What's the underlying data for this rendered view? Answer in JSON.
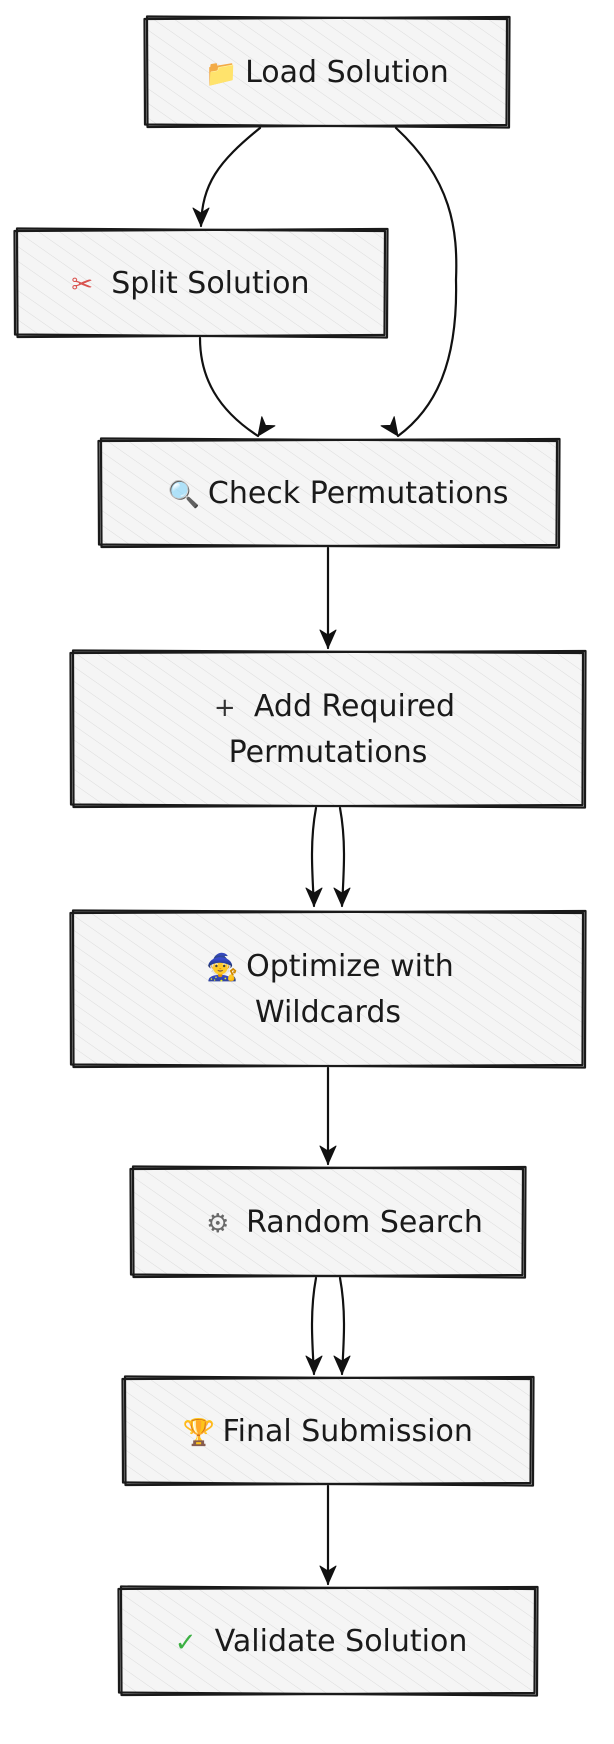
{
  "flowchart": {
    "nodes": [
      {
        "id": "load",
        "label_lines": [
          "Load Solution"
        ],
        "icon": "folder-icon",
        "icon_glyph": "📁",
        "icon_color": "#6e6e6e"
      },
      {
        "id": "split",
        "label_lines": [
          "Split Solution"
        ],
        "icon": "scissors-icon",
        "icon_glyph": "✂",
        "icon_color": "#d9534f"
      },
      {
        "id": "check",
        "label_lines": [
          "Check Permutations"
        ],
        "icon": "magnifier-icon",
        "icon_glyph": "🔍",
        "icon_color": "#3a3a3a"
      },
      {
        "id": "add",
        "label_lines": [
          "Add Required",
          "Permutations"
        ],
        "icon": "plus-icon",
        "icon_glyph": "+",
        "icon_color": "#333333"
      },
      {
        "id": "optimize",
        "label_lines": [
          "Optimize with",
          "Wildcards"
        ],
        "icon": "wizard-icon",
        "icon_glyph": "🧙",
        "icon_color": "#5a4a8a"
      },
      {
        "id": "random",
        "label_lines": [
          "Random Search"
        ],
        "icon": "gear-icon",
        "icon_glyph": "⚙",
        "icon_color": "#6a6a6a"
      },
      {
        "id": "final",
        "label_lines": [
          "Final Submission"
        ],
        "icon": "trophy-icon",
        "icon_glyph": "🏆",
        "icon_color": "#e0a526"
      },
      {
        "id": "validate",
        "label_lines": [
          "Validate Solution"
        ],
        "icon": "checkmark-icon",
        "icon_glyph": "✓",
        "icon_color": "#3cb043"
      }
    ],
    "edges": [
      {
        "from": "load",
        "to": "split"
      },
      {
        "from": "load",
        "to": "check"
      },
      {
        "from": "split",
        "to": "check"
      },
      {
        "from": "check",
        "to": "add"
      },
      {
        "from": "add",
        "to": "optimize"
      },
      {
        "from": "add",
        "to": "optimize"
      },
      {
        "from": "optimize",
        "to": "random"
      },
      {
        "from": "random",
        "to": "final"
      },
      {
        "from": "random",
        "to": "final"
      },
      {
        "from": "final",
        "to": "validate"
      }
    ]
  }
}
